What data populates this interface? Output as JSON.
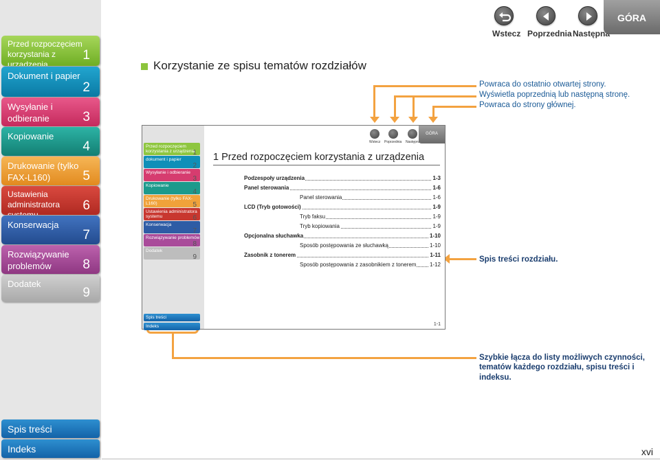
{
  "sidebar": {
    "items": [
      {
        "label": "Przed rozpoczęciem korzystania z urządzenia",
        "num": "1",
        "color": "#8ec63f"
      },
      {
        "label": "Dokument i papier",
        "num": "2",
        "color": "#0f8fb8"
      },
      {
        "label": "Wysyłanie i odbieranie",
        "num": "3",
        "color": "#d63c6f"
      },
      {
        "label": "Kopiowanie",
        "num": "4",
        "color": "#1c9a8c"
      },
      {
        "label": "Drukowanie (tylko FAX-L160)",
        "num": "5",
        "color": "#f0a23a"
      },
      {
        "label": "Ustawienia administratora systemu",
        "num": "6",
        "color": "#c8372f"
      },
      {
        "label": "Konserwacja",
        "num": "7",
        "color": "#2e5ca5"
      },
      {
        "label": "Rozwiązywanie problemów",
        "num": "8",
        "color": "#a94b9a"
      },
      {
        "label": "Dodatek",
        "num": "9",
        "color": "#bdbdbd"
      }
    ],
    "bottom_links": [
      {
        "label": "Spis treści"
      },
      {
        "label": "Indeks"
      }
    ]
  },
  "topbar": {
    "back_label": "Wstecz",
    "prev_label": "Poprzednia",
    "next_label": "Następna",
    "top_label": "GÓRA",
    "icons": [
      "return-icon",
      "left-arrow-icon",
      "right-arrow-icon"
    ]
  },
  "heading": "Korzystanie ze spisu tematów rozdziałów",
  "callouts": {
    "nav_1": "Powraca do ostatnio otwartej strony.",
    "nav_2": "Wyświetla poprzednią lub następną stronę.",
    "nav_3": "Powraca do strony głównej.",
    "toc": "Spis treści rozdziału.",
    "bottom_1": "Szybkie łącza do listy możliwych czynności,",
    "bottom_2": "tematów każdego rozdziału, spisu treści i indeksu."
  },
  "mock": {
    "title": "1 Przed rozpoczęciem korzystania z urządzenia",
    "page_num": "1-1",
    "top_label": "GÓRA",
    "back_label": "Wstecz",
    "prev_label": "Poprzednia",
    "next_label": "Następna",
    "nav": [
      {
        "label": "Przed rozpoczęciem korzystania z urządzenia",
        "num": "1"
      },
      {
        "label": "dokument i papier",
        "num": "2"
      },
      {
        "label": "Wysyłanie i odbieranie",
        "num": "3"
      },
      {
        "label": "Kopiowanie",
        "num": "4"
      },
      {
        "label": "Drukowanie (tylko FAX-L160)",
        "num": "5"
      },
      {
        "label": "Ustawienia administratora systemu",
        "num": "6"
      },
      {
        "label": "Konserwacja",
        "num": "7"
      },
      {
        "label": "Rozwiązywanie problemów",
        "num": "8"
      },
      {
        "label": "Dodatek",
        "num": "9"
      }
    ],
    "bottom_links": [
      "Spis treści",
      "Indeks"
    ],
    "toc": [
      {
        "text": "Podzespoły urządzenia",
        "page": "1-3",
        "level": "b"
      },
      {
        "text": "Panel sterowania",
        "page": "1-6",
        "level": "b"
      },
      {
        "text": "Panel sterowania",
        "page": "1-6",
        "level": "i"
      },
      {
        "text": "LCD (Tryb gotowości)",
        "page": "1-9",
        "level": "b"
      },
      {
        "text": "Tryb faksu",
        "page": "1-9",
        "level": "i"
      },
      {
        "text": "Tryb kopiowania",
        "page": "1-9",
        "level": "i"
      },
      {
        "text": "Opcjonalna słuchawka",
        "page": "1-10",
        "level": "b"
      },
      {
        "text": "Sposób postępowania ze słuchawką",
        "page": "1-10",
        "level": "i"
      },
      {
        "text": "Zasobnik z tonerem",
        "page": "1-11",
        "level": "b"
      },
      {
        "text": "Sposób postępowania z zasobnikiem z tonerem",
        "page": "1-12",
        "level": "i"
      }
    ]
  },
  "page_number": "xvi"
}
